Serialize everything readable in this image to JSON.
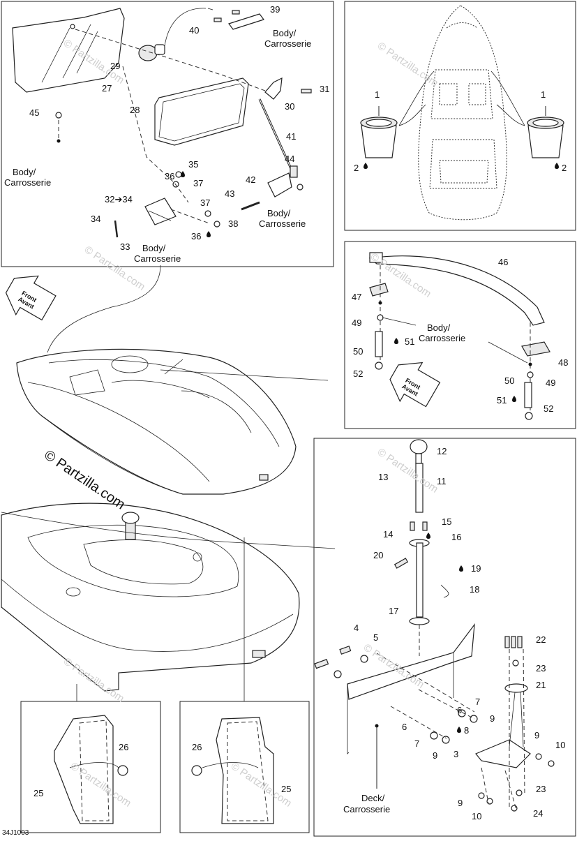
{
  "diagram": {
    "code": "34J1003",
    "watermark": "© Partzilla.com",
    "faint_watermark": "© Partzilla.com",
    "body_label_line1": "Body/",
    "body_label_line2": "Carrosserie",
    "deck_label_line1": "Deck/",
    "deck_label_line2": "Carrosserie",
    "front_line1": "Front",
    "front_line2": "Avant",
    "parts": {
      "p1": "1",
      "p2": "2",
      "p3": "3",
      "p4": "4",
      "p5": "5",
      "p6": "6",
      "p7": "7",
      "p8": "8",
      "p9": "9",
      "p10": "10",
      "p11": "11",
      "p12": "12",
      "p13": "13",
      "p14": "14",
      "p15": "15",
      "p16": "16",
      "p17": "17",
      "p18": "18",
      "p19": "19",
      "p20": "20",
      "p21": "21",
      "p22": "22",
      "p23": "23",
      "p24": "24",
      "p25": "25",
      "p26": "26",
      "p27": "27",
      "p28": "28",
      "p29": "29",
      "p30": "30",
      "p31": "31",
      "p32": "32",
      "p32_34": "32➔34",
      "p33": "33",
      "p34": "34",
      "p35": "35",
      "p36": "36",
      "p37": "37",
      "p38": "38",
      "p39": "39",
      "p40": "40",
      "p41": "41",
      "p42": "42",
      "p43": "43",
      "p44": "44",
      "p45": "45",
      "p46": "46",
      "p47": "47",
      "p48": "48",
      "p49": "49",
      "p50": "50",
      "p51": "51",
      "p52": "52"
    },
    "drop_icon": "💧"
  }
}
